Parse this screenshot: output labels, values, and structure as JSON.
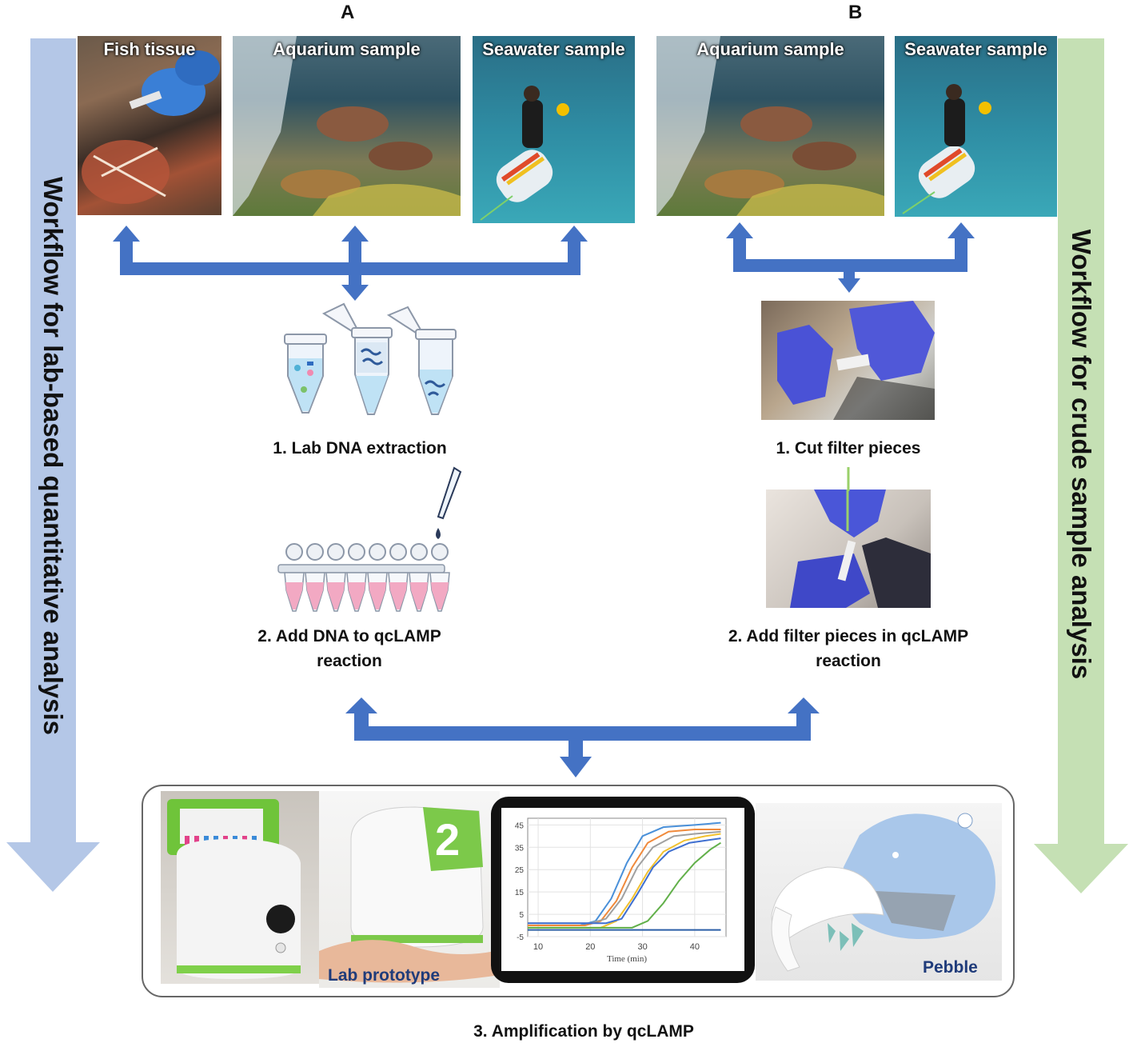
{
  "panels": {
    "a": "A",
    "b": "B"
  },
  "side_labels": {
    "left": "Workflow for lab-based quantitative analysis",
    "right": "Workflow for crude sample analysis"
  },
  "photos": {
    "a_fish": "Fish tissue",
    "a_aquarium": "Aquarium sample",
    "a_seawater": "Seawater sample",
    "b_aquarium": "Aquarium sample",
    "b_seawater": "Seawater  sample"
  },
  "steps": {
    "a1": "1. Lab DNA extraction",
    "a2_line1": "2. Add DNA to qcLAMP",
    "a2_line2": "reaction",
    "b1": "1. Cut filter pieces",
    "b2_line1": "2. Add filter pieces in  qcLAMP",
    "b2_line2": "reaction",
    "final": "3. Amplification by qcLAMP"
  },
  "devices": {
    "lab_prototype": "Lab prototype",
    "pebble": "Pebble",
    "cube_number": "2"
  },
  "colors": {
    "arrow_blue": "#4472c4",
    "left_band": "#b4c7e7",
    "right_band": "#c5e0b4",
    "label_navy": "#1f3b7a"
  },
  "chart_data": {
    "type": "line",
    "xlabel": "Time (min)",
    "ylabel": "",
    "xlim": [
      8,
      46
    ],
    "ylim": [
      -5,
      48
    ],
    "x_ticks": [
      "10",
      "20",
      "30",
      "40"
    ],
    "y_ticks": [
      "-5",
      "5",
      "15",
      "25",
      "35",
      "45"
    ],
    "grid": true,
    "series": [
      {
        "color": "#4a90d9",
        "points": [
          [
            8,
            0
          ],
          [
            18,
            0
          ],
          [
            21,
            2
          ],
          [
            24,
            12
          ],
          [
            27,
            28
          ],
          [
            30,
            40
          ],
          [
            34,
            44
          ],
          [
            40,
            45
          ],
          [
            45,
            46
          ]
        ]
      },
      {
        "color": "#f08a3c",
        "points": [
          [
            8,
            0
          ],
          [
            19,
            0
          ],
          [
            22,
            2
          ],
          [
            25,
            11
          ],
          [
            28,
            26
          ],
          [
            31,
            37
          ],
          [
            35,
            42
          ],
          [
            40,
            43
          ],
          [
            45,
            43
          ]
        ]
      },
      {
        "color": "#a0a0a0",
        "points": [
          [
            8,
            1
          ],
          [
            20,
            1
          ],
          [
            23,
            3
          ],
          [
            26,
            12
          ],
          [
            29,
            26
          ],
          [
            32,
            35
          ],
          [
            36,
            40
          ],
          [
            40,
            41
          ],
          [
            45,
            42
          ]
        ]
      },
      {
        "color": "#f2c12e",
        "points": [
          [
            8,
            -1
          ],
          [
            22,
            -1
          ],
          [
            25,
            2
          ],
          [
            28,
            12
          ],
          [
            31,
            24
          ],
          [
            34,
            33
          ],
          [
            38,
            38
          ],
          [
            42,
            40
          ],
          [
            45,
            41
          ]
        ]
      },
      {
        "color": "#3f6fd0",
        "points": [
          [
            8,
            1
          ],
          [
            23,
            1
          ],
          [
            26,
            3
          ],
          [
            29,
            14
          ],
          [
            32,
            26
          ],
          [
            35,
            33
          ],
          [
            39,
            37
          ],
          [
            45,
            39
          ]
        ]
      },
      {
        "color": "#62b04a",
        "points": [
          [
            8,
            -1
          ],
          [
            28,
            -1
          ],
          [
            31,
            2
          ],
          [
            34,
            10
          ],
          [
            37,
            20
          ],
          [
            40,
            28
          ],
          [
            43,
            34
          ],
          [
            45,
            37
          ]
        ]
      },
      {
        "color": "#2c5fa8",
        "points": [
          [
            8,
            -2
          ],
          [
            20,
            -2
          ],
          [
            30,
            -2
          ],
          [
            40,
            -2
          ],
          [
            45,
            -2
          ]
        ]
      }
    ]
  }
}
